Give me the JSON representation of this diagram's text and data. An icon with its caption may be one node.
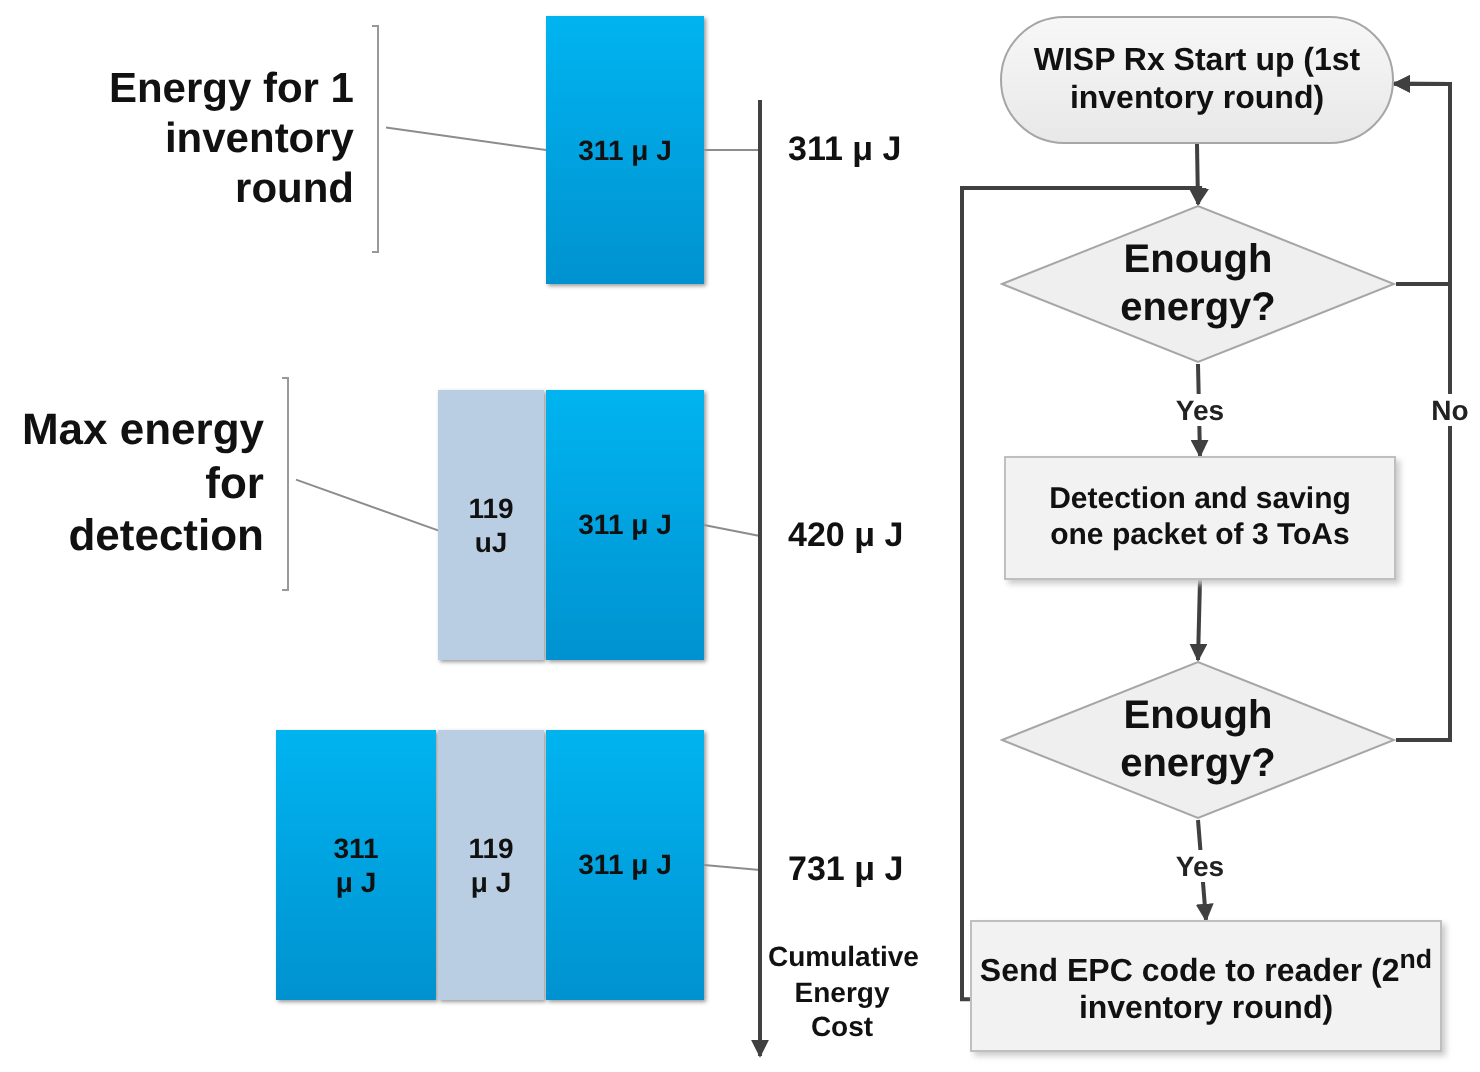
{
  "diagram": {
    "nodes": [
      {
        "text": [
          "Energy for 1 inventory round"
        ]
      },
      {
        "text": [
          "311 μ J"
        ]
      },
      {
        "text": [
          "Max energy for detection"
        ]
      },
      {
        "text": [
          "119 uJ"
        ]
      },
      {
        "text": [
          "311 μ J"
        ]
      },
      {
        "text": [
          "311 μ J"
        ]
      },
      {
        "text": [
          "119 μ J"
        ]
      },
      {
        "text": [
          "311 μ J"
        ]
      },
      {
        "text": [
          "WISP Rx Start up (1st inventory round)"
        ]
      },
      {
        "text": [
          "Enough energy?"
        ]
      },
      {
        "text": [
          "Detection and saving one packet of 3 ToAs"
        ]
      },
      {
        "text": [
          "Enough energy?"
        ]
      },
      {
        "text": [
          "Send EPC code to reader (2$^{nd}$ inventory round)"
        ]
      },
      {
        "text": [
          "311 μ J"
        ]
      },
      {
        "text": [
          "420 μ J"
        ]
      },
      {
        "text": [
          "731 μ J"
        ]
      }
    ],
    "edges": [
      {
        "from": 0,
        "to": 1,
        "arrow": "none"
      },
      {
        "from": 2,
        "to": 3,
        "arrow": "none"
      },
      {
        "from": 8,
        "to": 9,
        "arrow": "to"
      },
      {
        "from": 9,
        "to": 10,
        "arrow": "to",
        "label": "Yes"
      },
      {
        "from": 10,
        "to": 11,
        "arrow": "to"
      },
      {
        "from": 11,
        "to": 12,
        "arrow": "to",
        "label": "Yes"
      },
      {
        "from": 9,
        "to": 8,
        "arrow": "to"
      },
      {
        "from": 11,
        "to": 8,
        "arrow": "to",
        "label": "No"
      },
      {
        "from": 12,
        "to": 9,
        "arrow": "to"
      },
      {
        "from": 1,
        "to": 13,
        "arrow": "none"
      },
      {
        "from": 4,
        "to": 14,
        "arrow": "none"
      },
      {
        "from": 7,
        "to": 15,
        "arrow": "none"
      }
    ],
    "labels": [
      "Cumulative Energy Cost"
    ]
  }
}
